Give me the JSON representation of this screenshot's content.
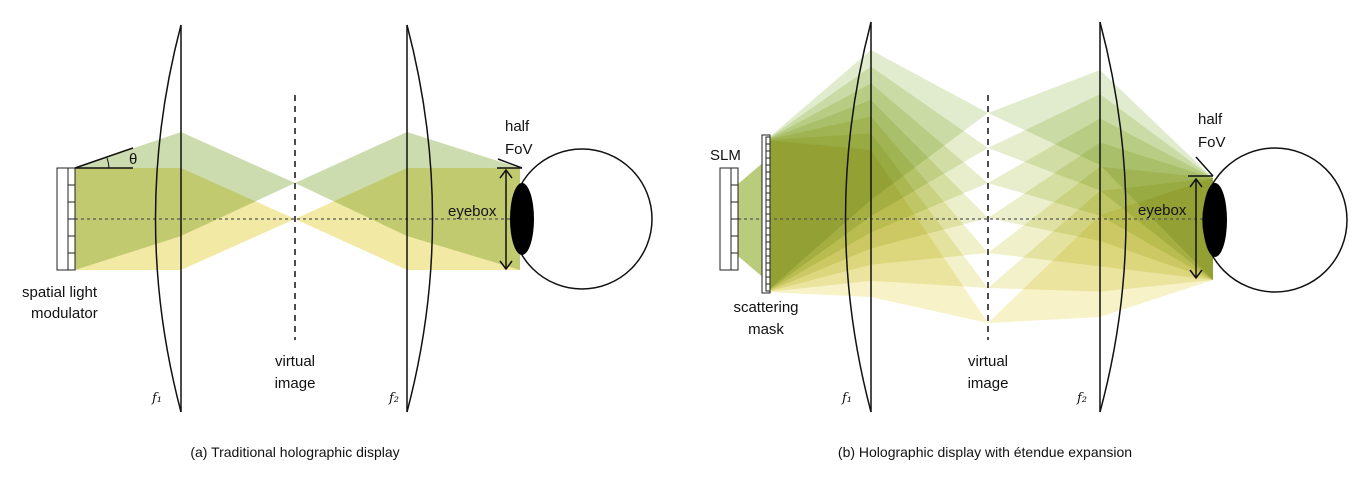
{
  "panel_a": {
    "caption": "(a) Traditional holographic display",
    "slm_label_line1": "spatial light",
    "slm_label_line2": "modulator",
    "theta": "θ",
    "virtual_image_line1": "virtual",
    "virtual_image_line2": "image",
    "f1": "f₁",
    "f2": "f₂",
    "eyebox": "eyebox",
    "half_fov_line1": "half",
    "half_fov_line2": "FoV"
  },
  "panel_b": {
    "caption": "(b) Holographic display with étendue expansion",
    "slm_label": "SLM",
    "mask_label_line1": "scattering",
    "mask_label_line2": "mask",
    "virtual_image_line1": "virtual",
    "virtual_image_line2": "image",
    "f1": "f₁",
    "f2": "f₂",
    "eyebox": "eyebox",
    "half_fov_line1": "half",
    "half_fov_line2": "FoV"
  },
  "colors": {
    "green_beam": "#cddcae",
    "yellow_beam": "#f2eaa4",
    "pupil": "#000000"
  }
}
